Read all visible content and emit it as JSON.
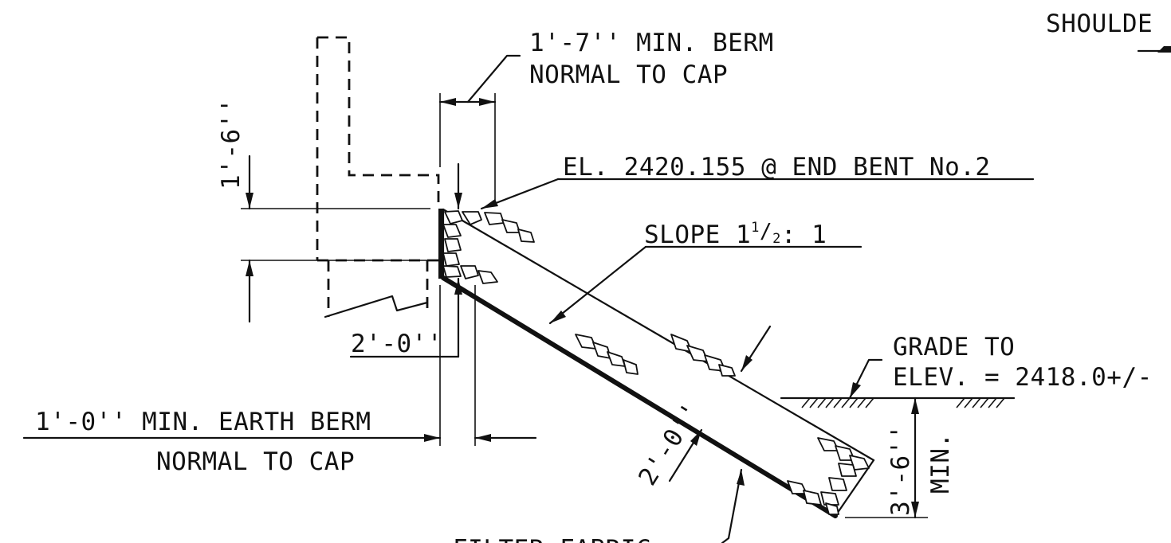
{
  "labels": {
    "shoulder": "SHOULDE",
    "berm_top_line1": "1'-7'' MIN. BERM",
    "berm_top_line2": "NORMAL TO CAP",
    "dim_1_6": "1'-6''",
    "elevation_end_bent": "EL. 2420.155 @ END BENT No.2",
    "slope_prefix": "SLOPE 1",
    "slope_frac_num": "1",
    "slope_frac_den": "2",
    "slope_suffix": ": 1",
    "dim_2_0_left": "2'-0''",
    "grade_line1": "GRADE TO",
    "grade_line2": "ELEV. = 2418.0+/-",
    "earth_berm_line1": "1'-0'' MIN. EARTH BERM",
    "earth_berm_line2": "NORMAL TO CAP",
    "dim_2_0_slope": "2'-0''",
    "dim_3_6": "3'-6''",
    "min": "MIN.",
    "filter_fabric": "FILTER FABRIC"
  }
}
